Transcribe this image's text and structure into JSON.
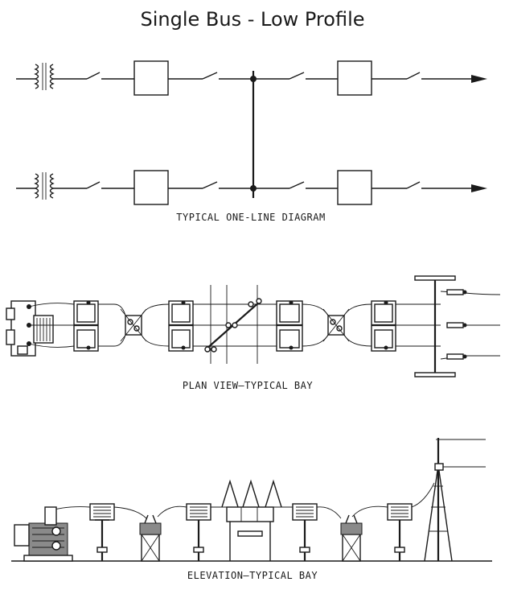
{
  "title": "Single Bus - Low Profile",
  "captions": {
    "one_line": "TYPICAL ONE-LINE DIAGRAM",
    "plan": "PLAN VIEW—TYPICAL BAY",
    "elevation": "ELEVATION—TYPICAL BAY"
  }
}
